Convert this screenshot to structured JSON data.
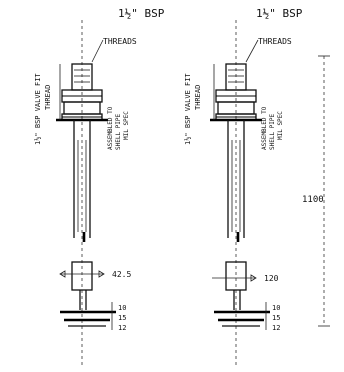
{
  "left_fitting": {
    "thread_size": "1½\" BSP",
    "thread_label": "THREADS",
    "side_label_1": "1½\" BSP VALVE FIT",
    "side_label_2": "THREAD",
    "side_label_3": "ASSEMBLED TO",
    "side_label_4": "SHELL PIPE",
    "side_label_5": "MIL SPEC",
    "dim_width": "42.5",
    "dim_gaps": [
      "10",
      "15",
      "12"
    ]
  },
  "right_fitting": {
    "thread_size": "1½\" BSP",
    "thread_label": "THREADS",
    "side_label_1": "1½\" BSP VALVE FIT",
    "side_label_2": "THREAD",
    "side_label_3": "ASSEMBLED TO",
    "side_label_4": "SHELL PIPE",
    "side_label_5": "MIL SPEC",
    "dim_width": "120",
    "dim_gaps": [
      "10",
      "15",
      "12"
    ]
  },
  "overall_length": "1100"
}
